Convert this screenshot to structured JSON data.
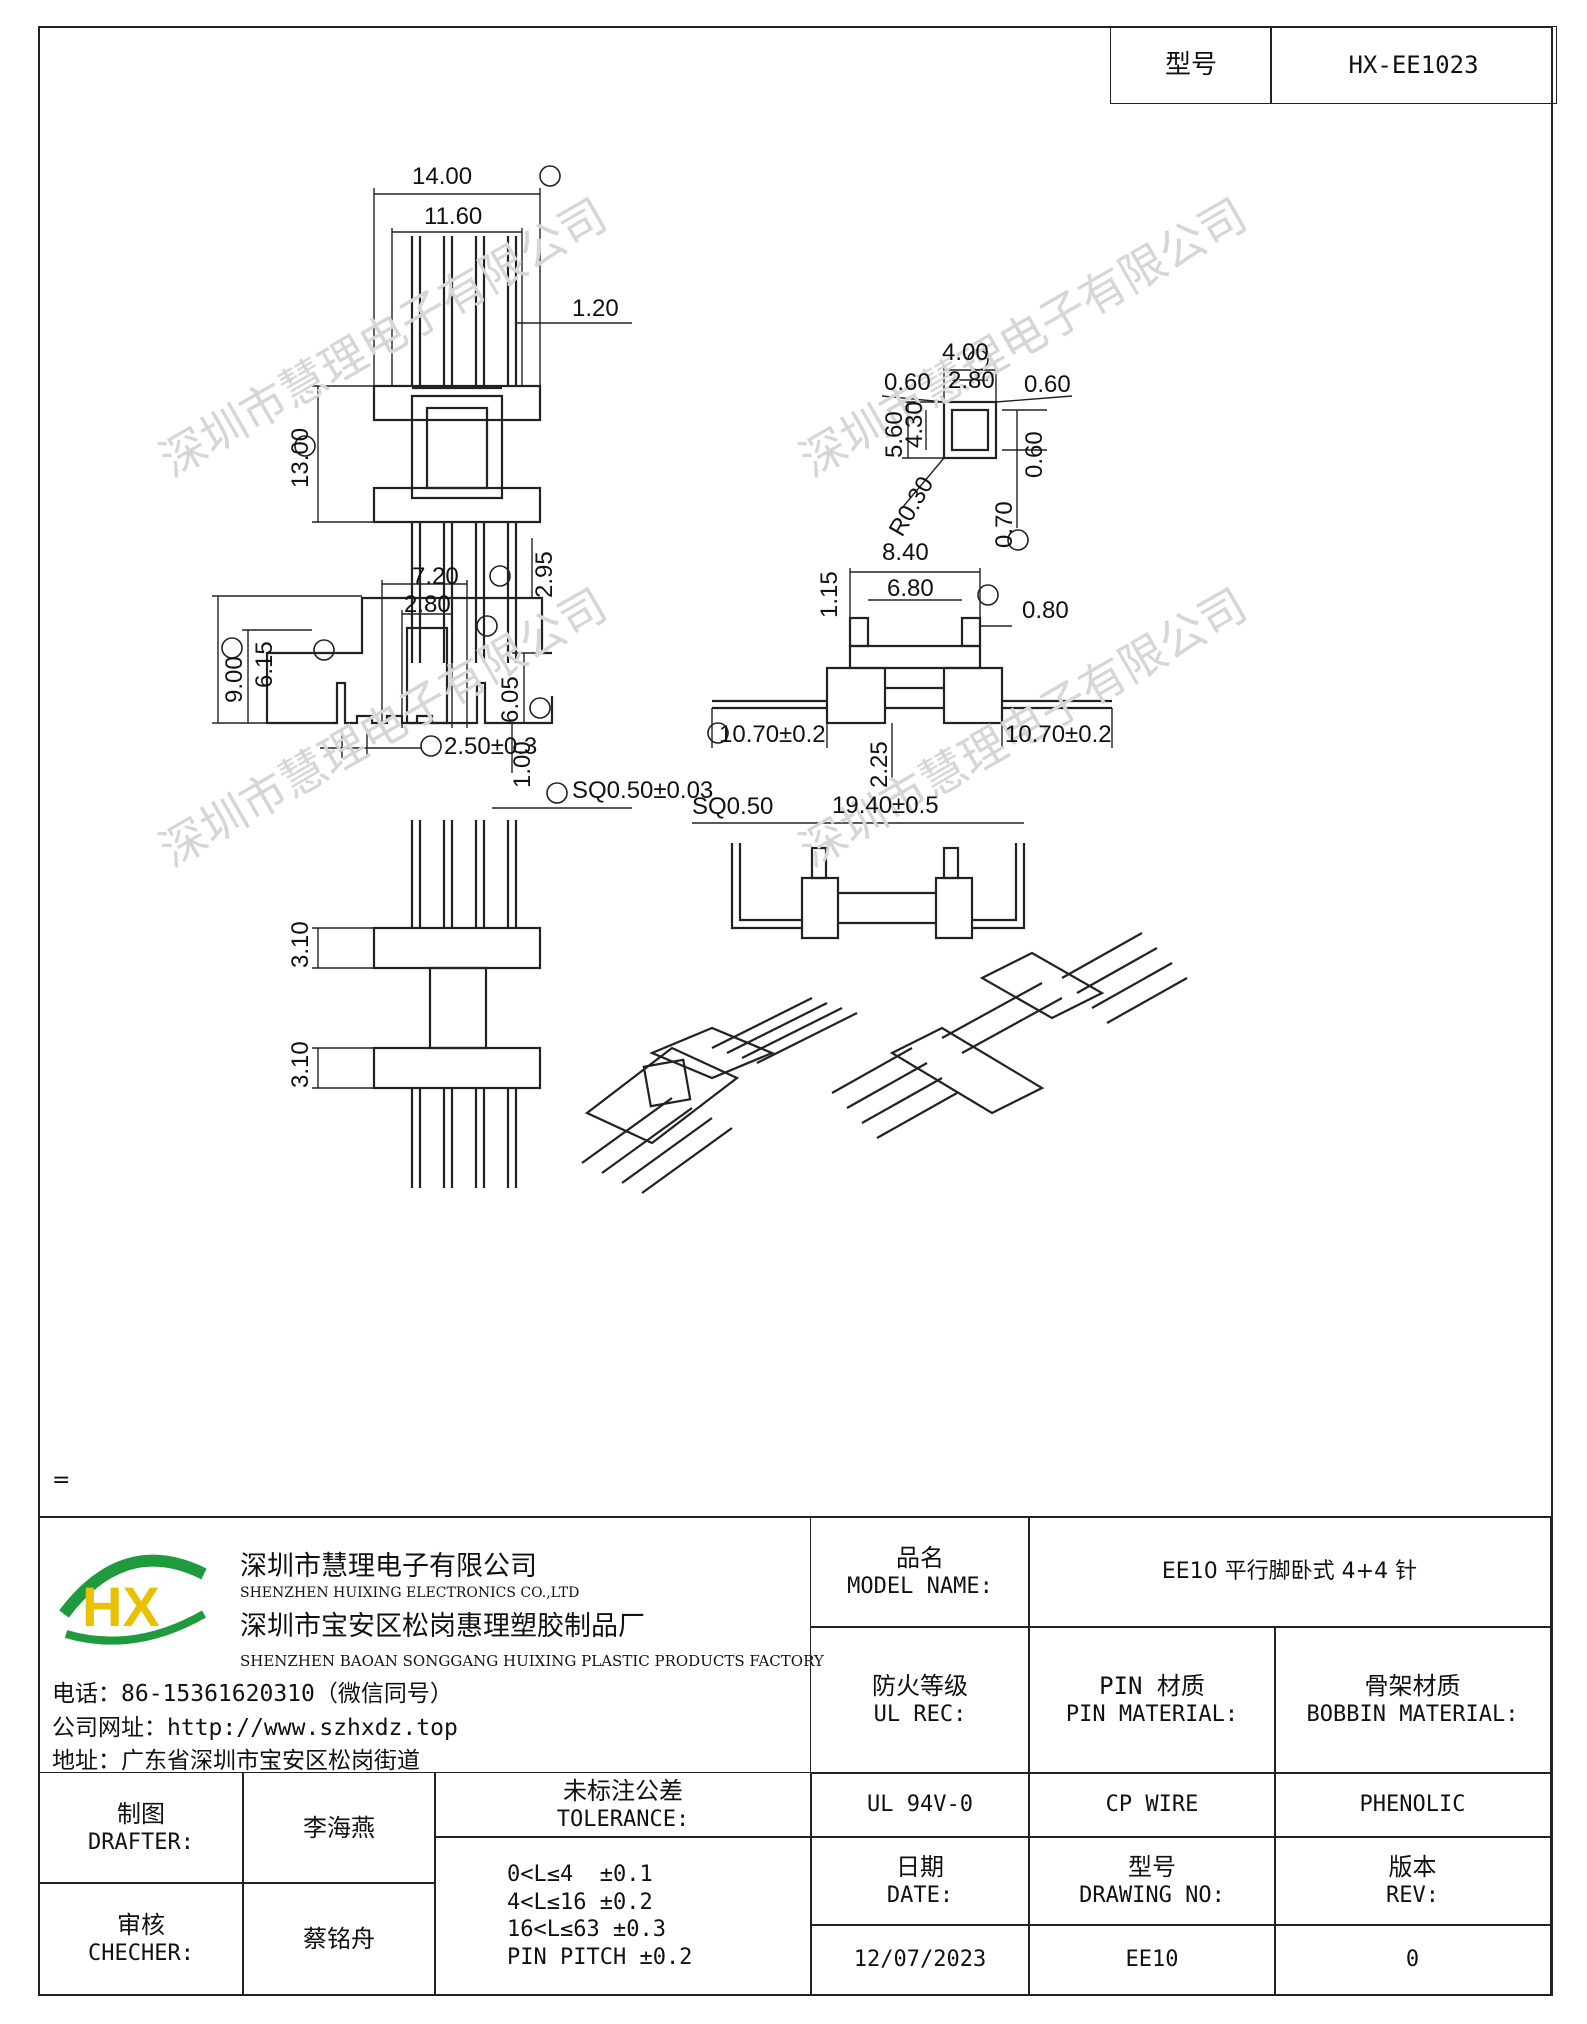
{
  "header": {
    "model_label": "型号",
    "model_value": "HX-EE1023"
  },
  "company": {
    "logo_text": "HX",
    "name_cn": "深圳市慧理电子有限公司",
    "name_en": "SHENZHEN HUIXING ELECTRONICS CO.,LTD",
    "factory_cn": "深圳市宝安区松岗惠理塑胶制品厂",
    "factory_en": "SHENZHEN BAOAN SONGGANG HUIXING PLASTIC PRODUCTS FACTORY",
    "phone": "电话：86-15361620310（微信同号）",
    "website": "公司网址：http://www.szhxdz.top",
    "address": "地址：广东省深圳市宝安区松岗街道"
  },
  "watermark": "深圳市慧理电子有限公司",
  "note_mark": "=",
  "dims": {
    "d1": "14.00",
    "d2": "11.60",
    "d3": "1.20",
    "d4": "13.00",
    "d5": "4.00",
    "d6": "2.80",
    "d7": "0.60",
    "d8": "0.60",
    "d9": "5.60",
    "d10": "4.30",
    "d11": "0.60",
    "d12": "R0.30",
    "d13": "0.70",
    "d14": "7.20",
    "d15": "2.80",
    "d16": "2.95",
    "d17": "9.00",
    "d18": "6.15",
    "d19": "6.05",
    "d20": "2.50±0.3",
    "d21": "1.00",
    "d22": "8.40",
    "d23": "6.80",
    "d24": "1.15",
    "d25": "0.80",
    "d26": "10.70±0.2",
    "d27": "10.70±0.2",
    "d28": "2.25",
    "d29": "SQ0.50±0.03",
    "d30": "3.10",
    "d31": "3.10",
    "d32": "SQ0.50",
    "d33": "19.40±0.5"
  },
  "table": {
    "model_name_cn": "品名",
    "model_name_en": "MODEL NAME:",
    "model_name_value": "EE10 平行脚卧式 4+4 针",
    "ul_cn": "防火等级",
    "ul_en": "UL REC:",
    "pin_cn": "PIN 材质",
    "pin_en": "PIN MATERIAL:",
    "bobbin_cn": "骨架材质",
    "bobbin_en": "BOBBIN MATERIAL:",
    "ul_value": "UL 94V-0",
    "pin_value": "CP WIRE",
    "bobbin_value": "PHENOLIC",
    "drafter_cn": "制图",
    "drafter_en": "DRAFTER:",
    "drafter_value": "李海燕",
    "checker_cn": "审核",
    "checker_en": "CHECHER:",
    "checker_value": "蔡铭舟",
    "tol_cn": "未标注公差",
    "tol_en": "TOLERANCE:",
    "tol_1": "0<L≤4  ±0.1",
    "tol_2": "4<L≤16 ±0.2",
    "tol_3": "16<L≤63 ±0.3",
    "tol_4": "PIN PITCH ±0.2",
    "date_cn": "日期",
    "date_en": "DATE:",
    "date_value": "12/07/2023",
    "drawno_cn": "型号",
    "drawno_en": "DRAWING NO:",
    "drawno_value": "EE10",
    "rev_cn": "版本",
    "rev_en": "REV:",
    "rev_value": "0"
  },
  "colors": {
    "logo_green": "#1f9a3c",
    "logo_yellow": "#e8c100",
    "line": "#222222",
    "watermark": "#d6d6d6"
  }
}
